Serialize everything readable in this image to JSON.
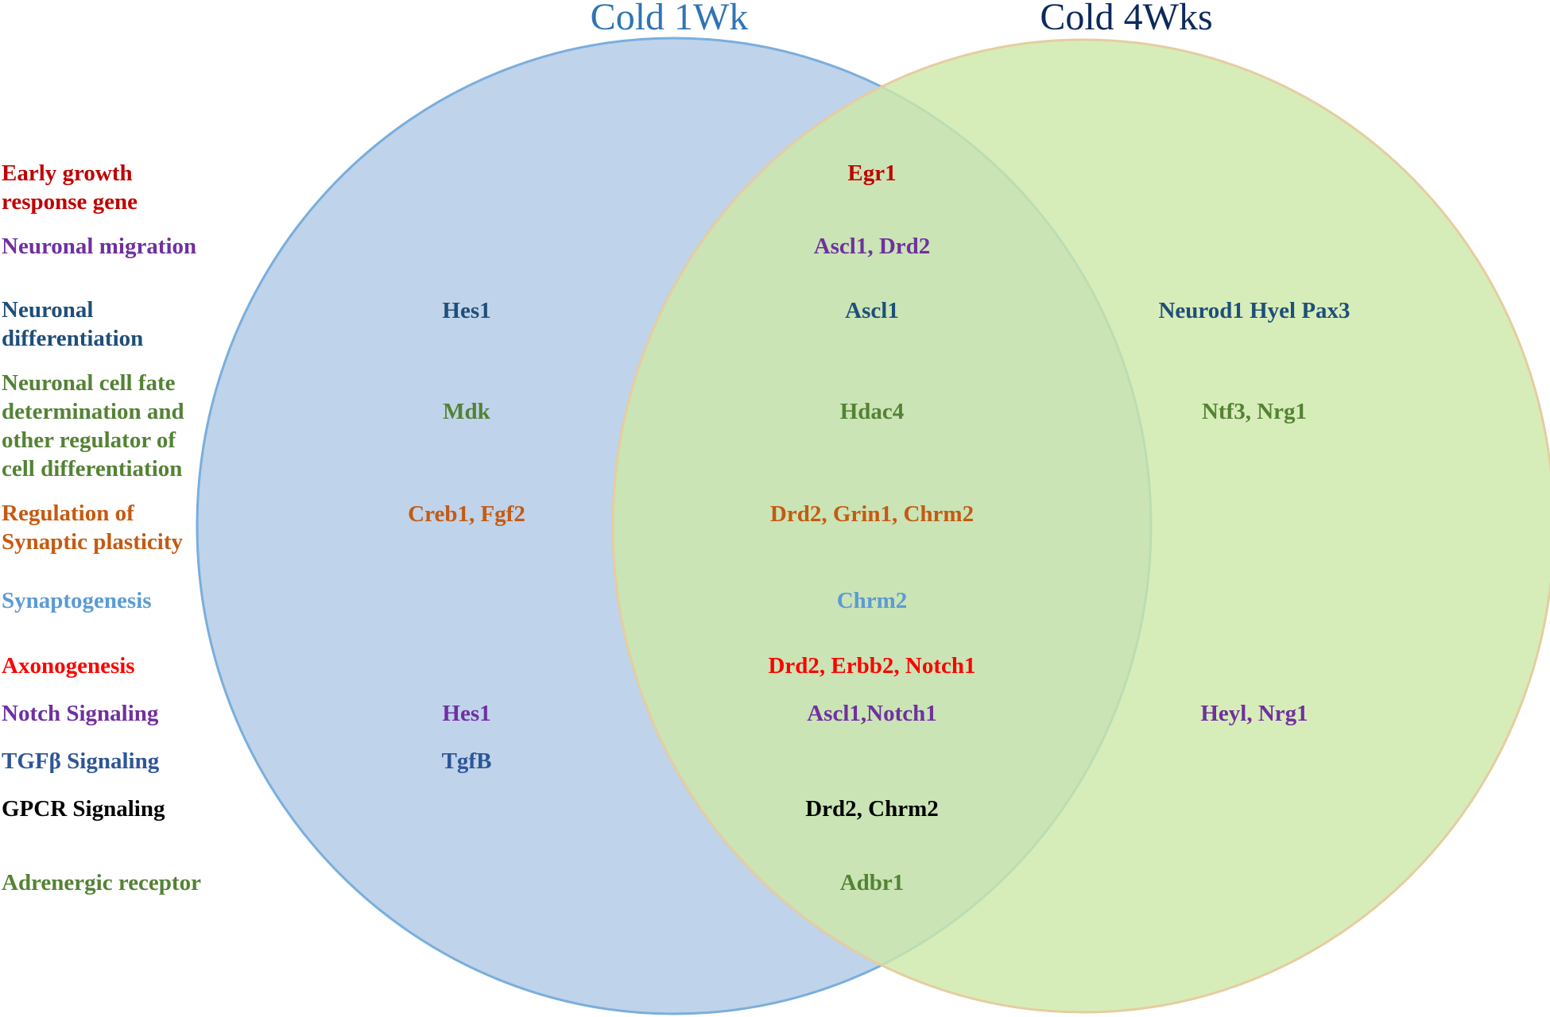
{
  "sets": [
    {
      "id": "cold-1wk",
      "label": "Cold 1Wk",
      "label_color": "#2f74b5",
      "fill": "#a9c4e3",
      "stroke": "#7aaedc"
    },
    {
      "id": "cold-4wks",
      "label": "Cold 4Wks",
      "label_color": "#0b2a5c",
      "fill": "#cde8a8",
      "stroke": "#e5cda0"
    }
  ],
  "rows": [
    {
      "category": "Early growth\nresponse gene",
      "color": "#c00000",
      "only_1wk": "",
      "both": "Egr1",
      "only_4wks": ""
    },
    {
      "category": "Neuronal migration",
      "color": "#7030a0",
      "only_1wk": "",
      "both": "Ascl1, Drd2",
      "only_4wks": ""
    },
    {
      "category": "Neuronal\ndifferentiation",
      "color": "#1f4e79",
      "only_1wk": "Hes1",
      "both": "Ascl1",
      "only_4wks": "Neurod1 Hyel Pax3"
    },
    {
      "category": "Neuronal cell fate\ndetermination and\nother regulator of\ncell differentiation",
      "color": "#548235",
      "only_1wk": "Mdk",
      "both": "Hdac4",
      "only_4wks": "Ntf3, Nrg1"
    },
    {
      "category": "Regulation of\nSynaptic plasticity",
      "color": "#c55a11",
      "only_1wk": "Creb1, Fgf2",
      "both": "Drd2, Grin1, Chrm2",
      "only_4wks": ""
    },
    {
      "category": "Synaptogenesis",
      "color": "#5b9bd5",
      "only_1wk": "",
      "both": "Chrm2",
      "only_4wks": ""
    },
    {
      "category": "Axonogenesis",
      "color": "#ff0000",
      "only_1wk": "",
      "both": "Drd2, Erbb2, Notch1",
      "only_4wks": ""
    },
    {
      "category": "Notch Signaling",
      "color": "#7030a0",
      "only_1wk": "Hes1",
      "both": "Ascl1,Notch1",
      "only_4wks": "Heyl, Nrg1"
    },
    {
      "category": "TGFβ Signaling",
      "color": "#2e5597",
      "only_1wk": "TgfB",
      "both": "",
      "only_4wks": ""
    },
    {
      "category": "GPCR Signaling",
      "color": "#000000",
      "only_1wk": "",
      "both": "Drd2, Chrm2",
      "only_4wks": ""
    },
    {
      "category": "Adrenergic receptor",
      "color": "#548235",
      "only_1wk": "",
      "both": "Adbr1",
      "only_4wks": ""
    }
  ]
}
